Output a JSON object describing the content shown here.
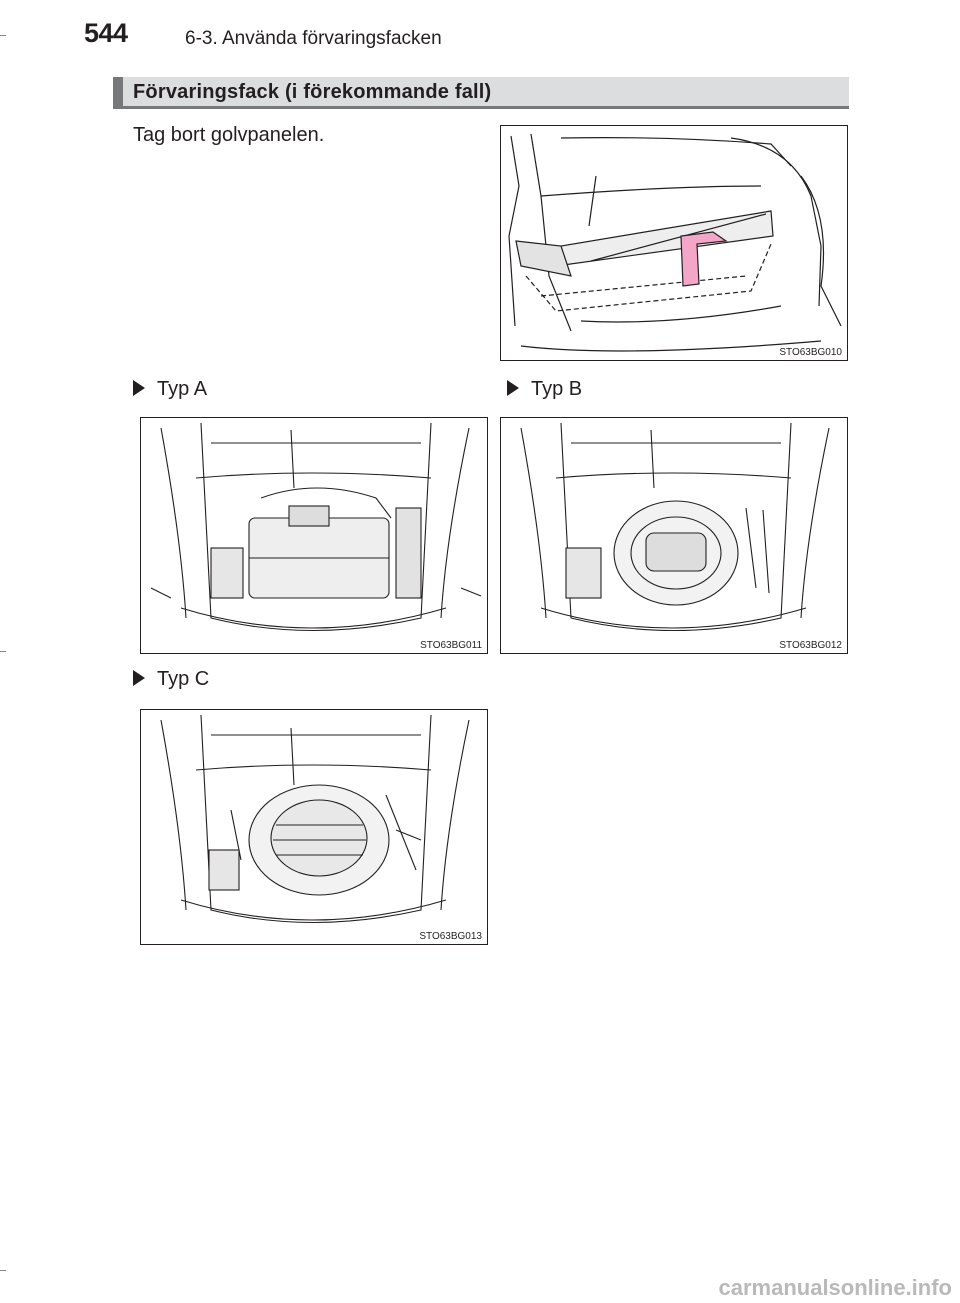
{
  "header": {
    "page_number": "544",
    "chapter_title": "6-3. Använda förvaringsfacken"
  },
  "section": {
    "title": "Förvaringsfack (i förekommande fall)"
  },
  "content": {
    "instruction": "Tag bort golvpanelen.",
    "figures": {
      "floor_panel": "STO63BG010",
      "type_a": "STO63BG011",
      "type_b": "STO63BG012",
      "type_c": "STO63BG013"
    },
    "types": {
      "a": "Typ A",
      "b": "Typ B",
      "c": "Typ C"
    }
  },
  "footer": {
    "watermark": "carmanualsonline.info"
  },
  "colors": {
    "accent_arrow": "#f4a6c8",
    "header_bar": "#dcddde",
    "header_edge": "#77787b"
  }
}
